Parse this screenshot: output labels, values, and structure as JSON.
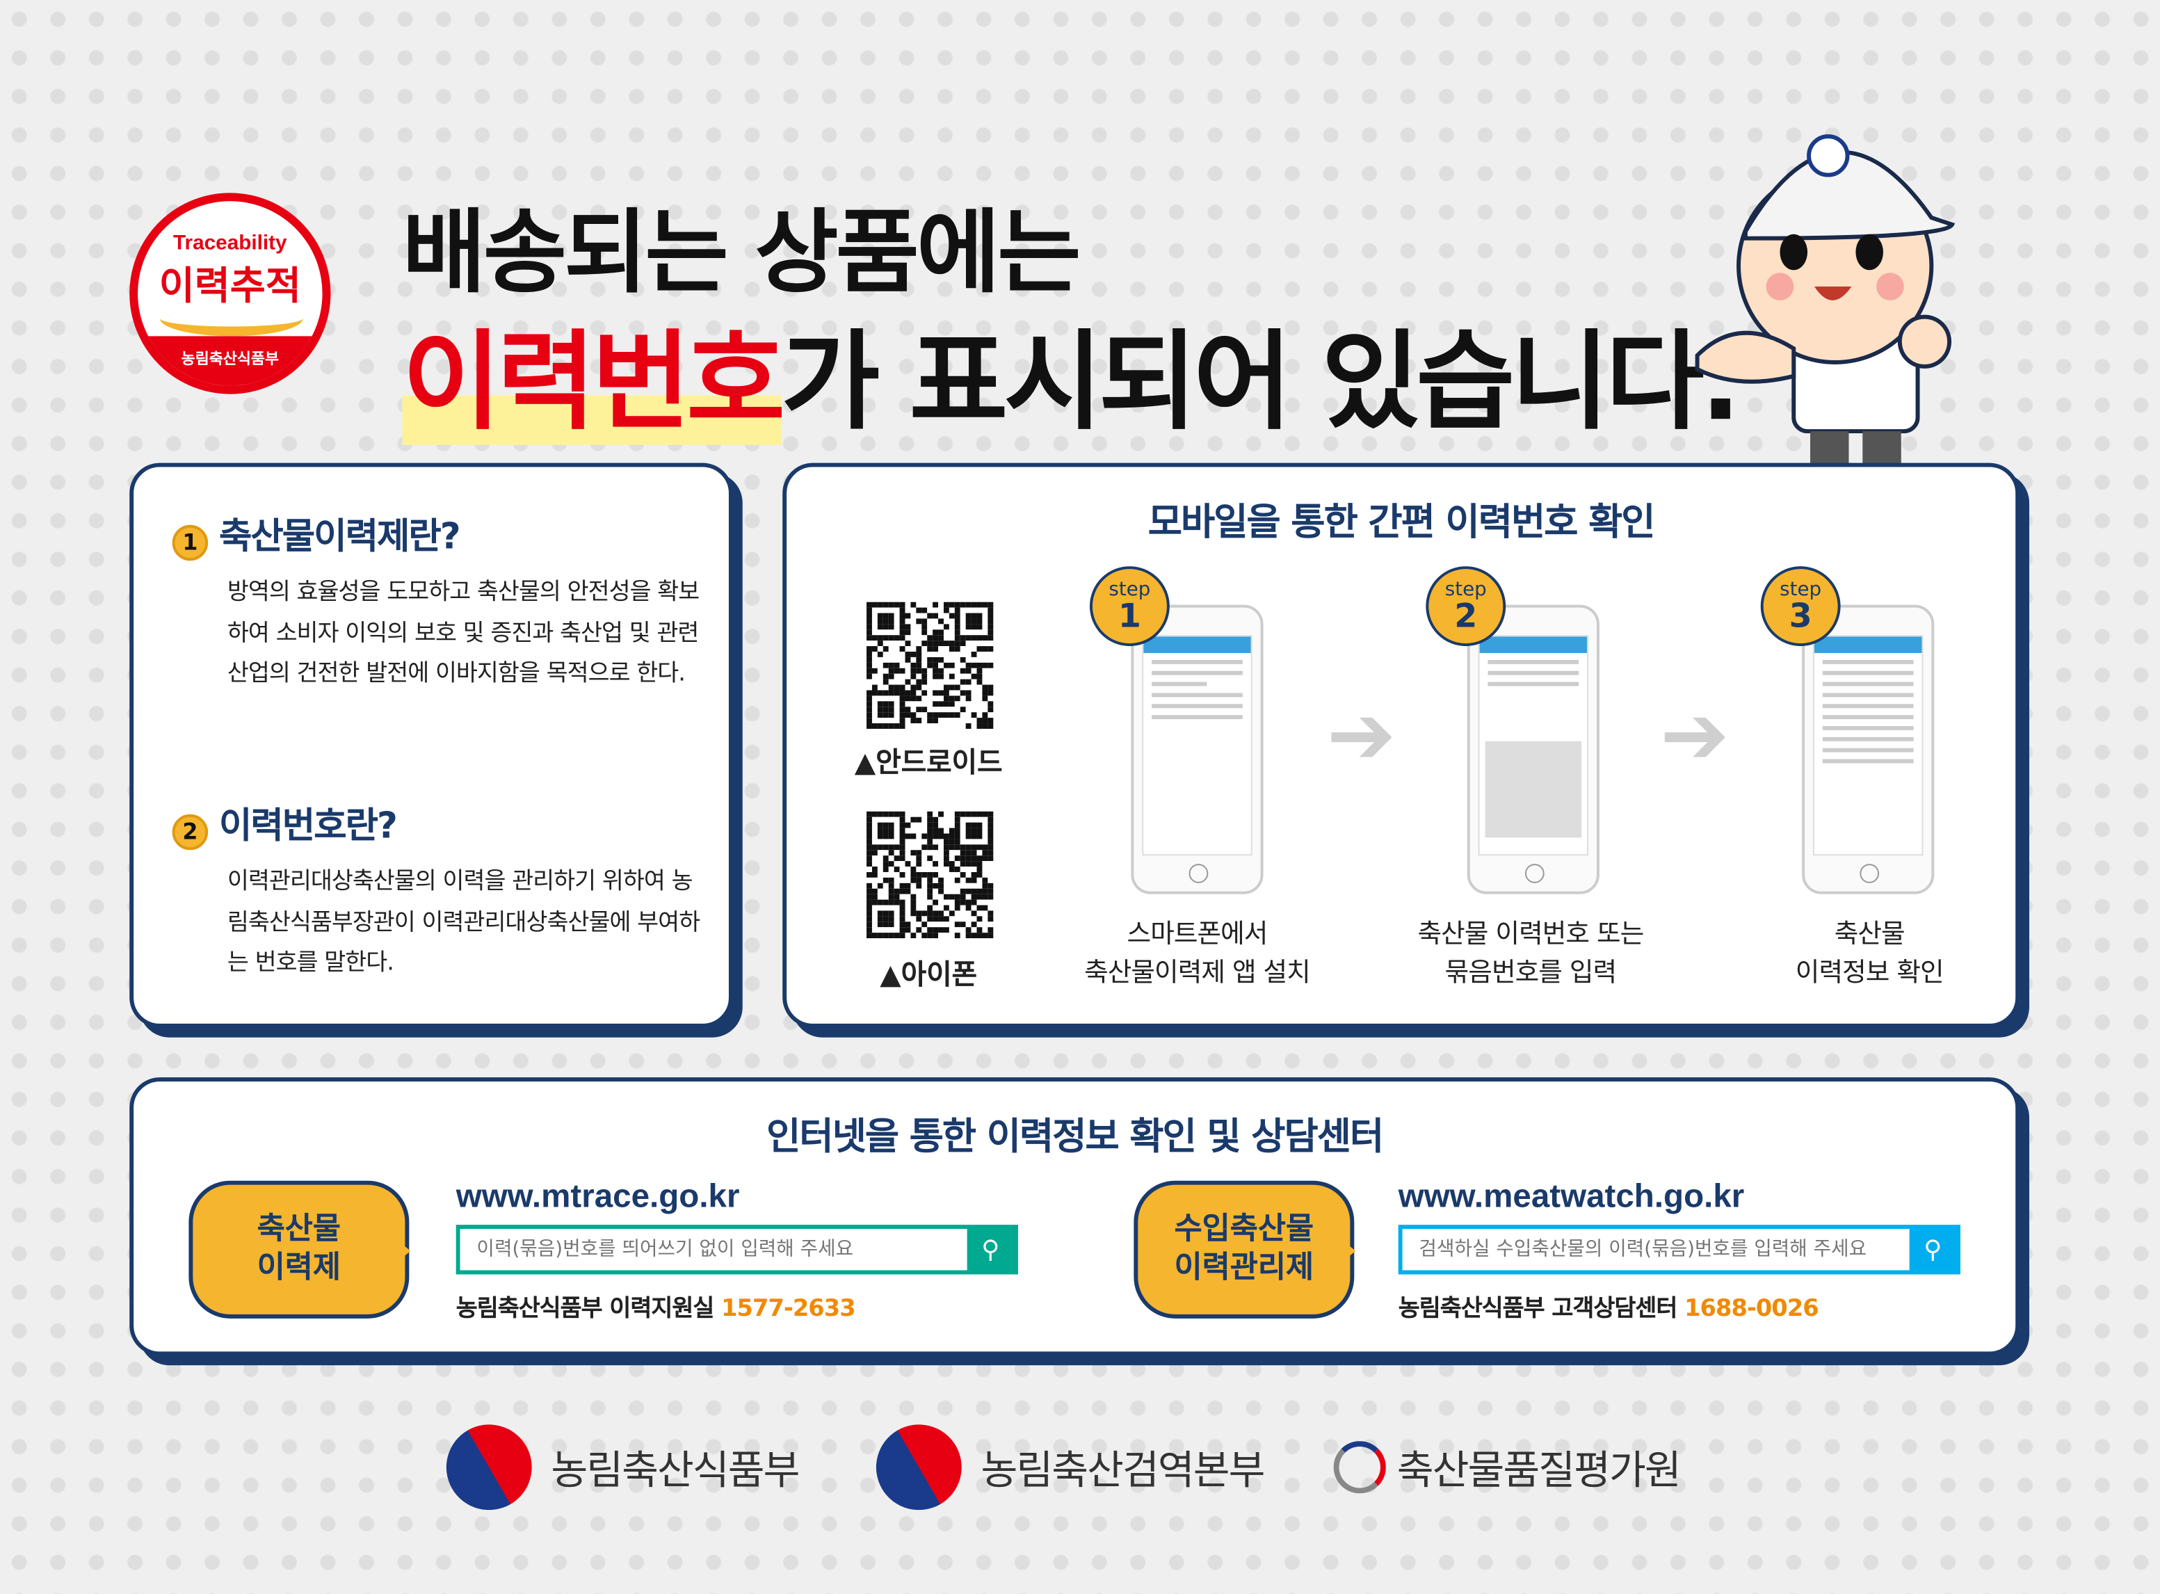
{
  "badge": {
    "english": "Traceability",
    "korean": "이력추적",
    "ministry": "농림축산식품부"
  },
  "headline": {
    "line1": "배송되는 상품에는",
    "highlight": "이력번호",
    "line2_rest": "가 표시되어 있습니다."
  },
  "info": {
    "sections": [
      {
        "num": "1",
        "title": "축산물이력제란?",
        "body": "방역의 효율성을 도모하고 축산물의 안전성을 확보하여 소비자 이익의 보호 및 증진과 축산업 및 관련 산업의 건전한 발전에 이바지함을 목적으로 한다."
      },
      {
        "num": "2",
        "title": "이력번호란?",
        "body": "이력관리대상축산물의 이력을 관리하기 위하여 농림축산식품부장관이 이력관리대상축산물에 부여하는 번호를 말한다."
      }
    ]
  },
  "mobile": {
    "title": "모바일을 통한 간편 이력번호 확인",
    "qr": [
      {
        "label": "▲안드로이드"
      },
      {
        "label": "▲아이폰"
      }
    ],
    "steps": [
      {
        "word": "step",
        "num": "1",
        "caption1": "스마트폰에서",
        "caption2": "축산물이력제 앱 설치"
      },
      {
        "word": "step",
        "num": "2",
        "caption1": "축산물 이력번호 또는",
        "caption2": "묶음번호를 입력"
      },
      {
        "word": "step",
        "num": "3",
        "caption1": "축산물",
        "caption2": "이력정보 확인"
      }
    ]
  },
  "internet": {
    "title": "인터넷을 통한 이력정보 확인 및 상담센터",
    "services": [
      {
        "name1": "축산물",
        "name2": "이력제",
        "url": "www.mtrace.go.kr",
        "placeholder": "이력(묶음)번호를 띄어쓰기 없이 입력해 주세요",
        "contact": "농림축산식품부 이력지원실",
        "phone": "1577-2633",
        "color": "#00a98f"
      },
      {
        "name1": "수입축산물",
        "name2": "이력관리제",
        "url": "www.meatwatch.go.kr",
        "placeholder": "검색하실 수입축산물의 이력(묶음)번호를 입력해 주세요",
        "contact": "농림축산식품부 고객상담센터",
        "phone": "1688-0026",
        "color": "#00aeef"
      }
    ]
  },
  "footer": {
    "orgs": [
      "농림축산식품부",
      "농림축산검역본부",
      "축산물품질평가원"
    ]
  },
  "colors": {
    "navy": "#1a3a6b",
    "red": "#e60012",
    "yellow": "#f5b52e",
    "orange": "#f08a00"
  }
}
